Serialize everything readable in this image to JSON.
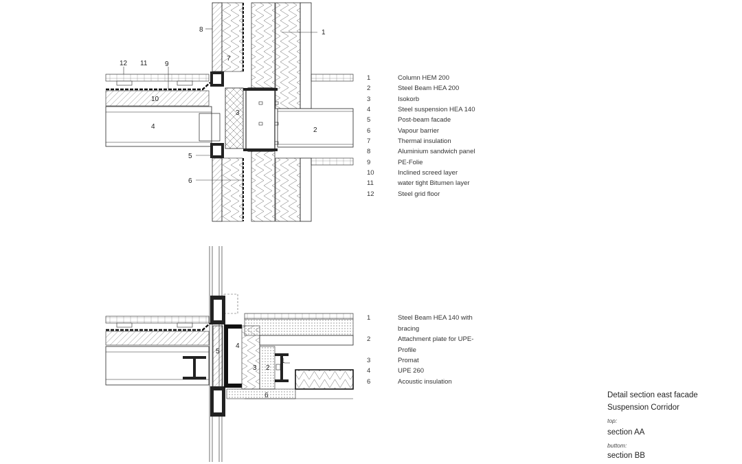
{
  "section_aa": {
    "callouts": [
      "1",
      "2",
      "3",
      "4",
      "5",
      "6",
      "7",
      "8",
      "9",
      "10",
      "11",
      "12"
    ],
    "legend": [
      {
        "num": "1",
        "text": "Column HEM 200"
      },
      {
        "num": "2",
        "text": "Steel Beam HEA 200"
      },
      {
        "num": "3",
        "text": "Isokorb"
      },
      {
        "num": "4",
        "text": "Steel suspension HEA 140"
      },
      {
        "num": "5",
        "text": "Post-beam facade"
      },
      {
        "num": "6",
        "text": "Vapour barrier"
      },
      {
        "num": "7",
        "text": "Thermal insulation"
      },
      {
        "num": "8",
        "text": "Aluminium sandwich panel"
      },
      {
        "num": "9",
        "text": "PE-Folie"
      },
      {
        "num": "10",
        "text": "Inclined screed layer"
      },
      {
        "num": "11",
        "text": "water tight Bitumen layer"
      },
      {
        "num": "12",
        "text": "Steel grid floor"
      }
    ]
  },
  "section_bb": {
    "callouts": [
      "1",
      "2",
      "3",
      "4",
      "5",
      "6"
    ],
    "legend": [
      {
        "num": "1",
        "text": "Steel Beam HEA 140 with bracing"
      },
      {
        "num": "2",
        "text": "Attachment plate for UPE-Profile"
      },
      {
        "num": "3",
        "text": "Promat"
      },
      {
        "num": "4",
        "text": "UPE 260"
      },
      {
        "num": "6",
        "text": "Acoustic insulation"
      }
    ]
  },
  "caption": {
    "line1": "Detail section east facade",
    "line2": "Suspension Corridor",
    "top_label": "top:",
    "top_value": "section AA",
    "bottom_label": "buttom:",
    "bottom_value": "section BB"
  }
}
